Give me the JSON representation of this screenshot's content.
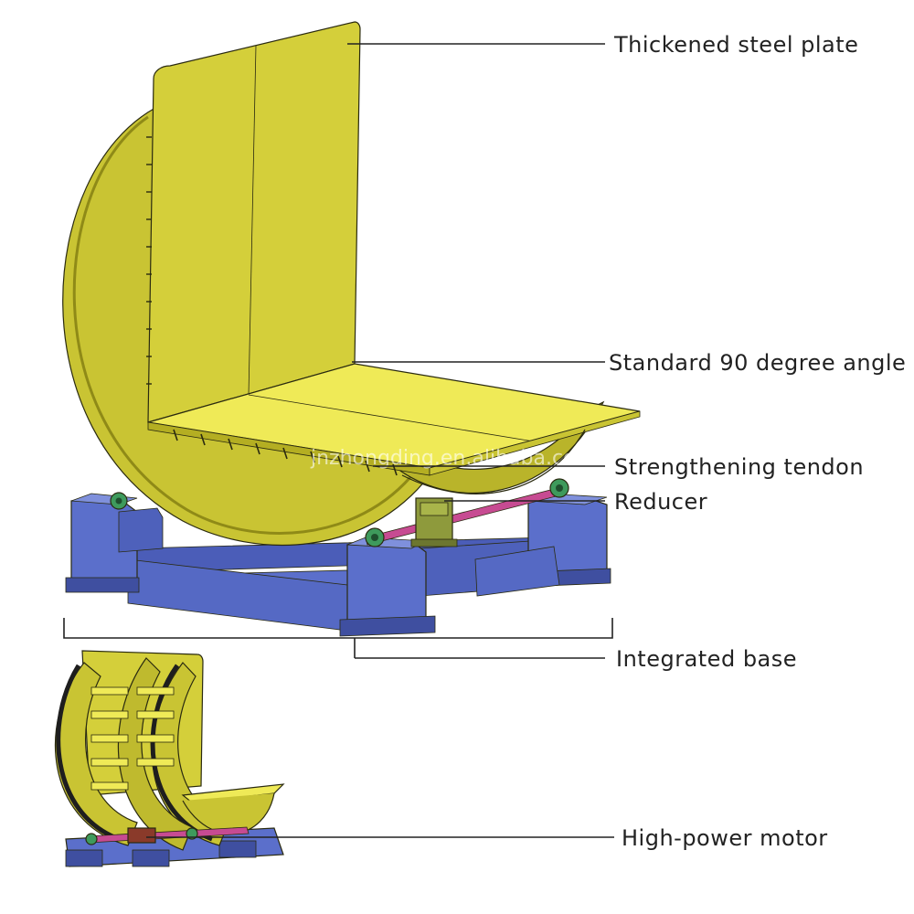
{
  "figure": {
    "watermark": "jnzhongding.en.alibaba.com",
    "colors": {
      "plate_yellow": "#D4CF3A",
      "plate_yellow_dark": "#B4AE22",
      "plate_yellow_light": "#EFEA57",
      "base_blue": "#5B6FCB",
      "base_blue_dark": "#3F4FA0",
      "shaft_magenta": "#C74B92",
      "motor_green": "#3E9A5C",
      "line": "#222222"
    },
    "callouts": [
      {
        "id": "thickened-steel-plate",
        "label": "Thickened steel plate"
      },
      {
        "id": "standard-90-degree-angle",
        "label": "Standard 90 degree angle"
      },
      {
        "id": "strengthening-tendon",
        "label": "Strengthening tendon"
      },
      {
        "id": "reducer",
        "label": "Reducer"
      },
      {
        "id": "integrated-base",
        "label": "Integrated base"
      },
      {
        "id": "high-power-motor",
        "label": "High-power motor"
      }
    ]
  }
}
